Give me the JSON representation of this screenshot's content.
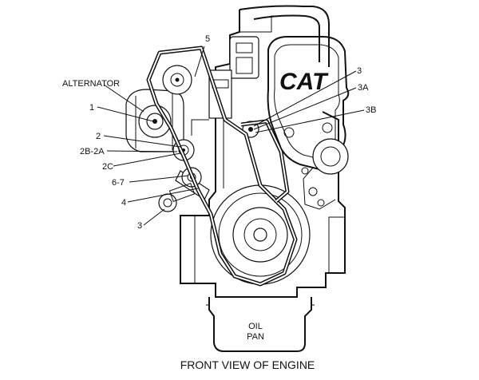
{
  "labels": {
    "alternator": "ALTERNATOR",
    "n1": "1",
    "n2": "2",
    "n2b2a": "2B-2A",
    "n2c": "2C",
    "n67": "6-7",
    "n4": "4",
    "n3_lower": "3",
    "n5": "5",
    "n3_upper": "3",
    "n3a": "3A",
    "n3b": "3B",
    "oil_pan_line1": "OIL",
    "oil_pan_line2": "PAN"
  },
  "brand_logo": "CAT",
  "caption": "FRONT VIEW OF ENGINE"
}
